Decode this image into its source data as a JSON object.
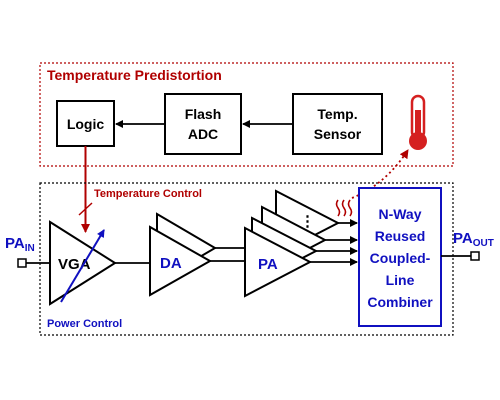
{
  "temperature_predistortion": {
    "title": "Temperature Predistortion",
    "blocks": {
      "logic": "Logic",
      "flash_adc": [
        "Flash",
        "ADC"
      ],
      "temp_sensor": [
        "Temp.",
        "Sensor"
      ]
    }
  },
  "temperature_control_label": "Temperature Control",
  "chain": {
    "pa_in": {
      "main": "PA",
      "sub": "IN"
    },
    "vga": "VGA",
    "da": "DA",
    "pa": "PA",
    "dots": "⋮",
    "combiner": [
      "N-Way",
      "Reused",
      "Coupled-",
      "Line",
      "Combiner"
    ],
    "pa_out": {
      "main": "PA",
      "sub": "OUT"
    }
  },
  "power_control_label": "Power Control",
  "colors": {
    "dark_red": "#B00000",
    "blue": "#1010C0",
    "black": "#000000",
    "thermometer_red": "#D52020"
  },
  "icons": [
    "thermometer-icon",
    "heat-wave-icon"
  ]
}
